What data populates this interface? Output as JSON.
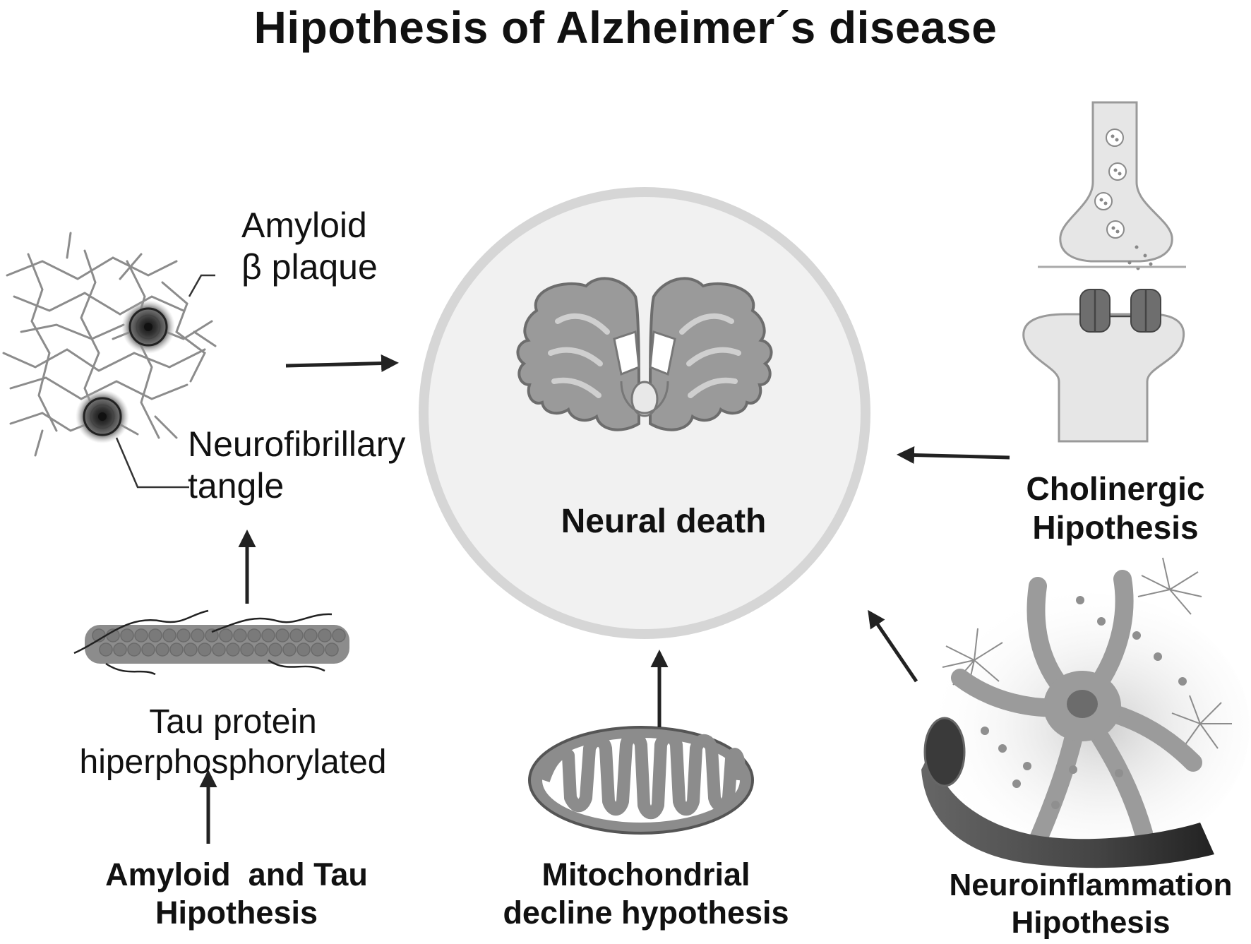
{
  "title": "Hipothesis of Alzheimer´s disease",
  "center": {
    "label": "Neural death"
  },
  "amyloid_tau": {
    "plaque_label_line1": "Amyloid",
    "plaque_label_line2": "β plaque",
    "tangle_label_line1": "Neurofibrillary",
    "tangle_label_line2": "tangle",
    "tau_label_line1": "Tau protein",
    "tau_label_line2": "hiperphosphorylated",
    "hypothesis_line1": "Amyloid  and Tau",
    "hypothesis_line2": "Hipothesis"
  },
  "mitochondrial": {
    "hypothesis_line1": "Mitochondrial",
    "hypothesis_line2": "decline hypothesis"
  },
  "cholinergic": {
    "hypothesis_line1": "Cholinergic",
    "hypothesis_line2": "Hipothesis"
  },
  "neuroinflammation": {
    "hypothesis_line1": "Neuroinflammation",
    "hypothesis_line2": "Hipothesis"
  },
  "colors": {
    "arrow": "#222222",
    "illustration_gray": "#8c8c8c",
    "light_gray": "#d9d9d9",
    "circle_fill": "#f1f1f1",
    "circle_ring": "#d6d6d6"
  }
}
